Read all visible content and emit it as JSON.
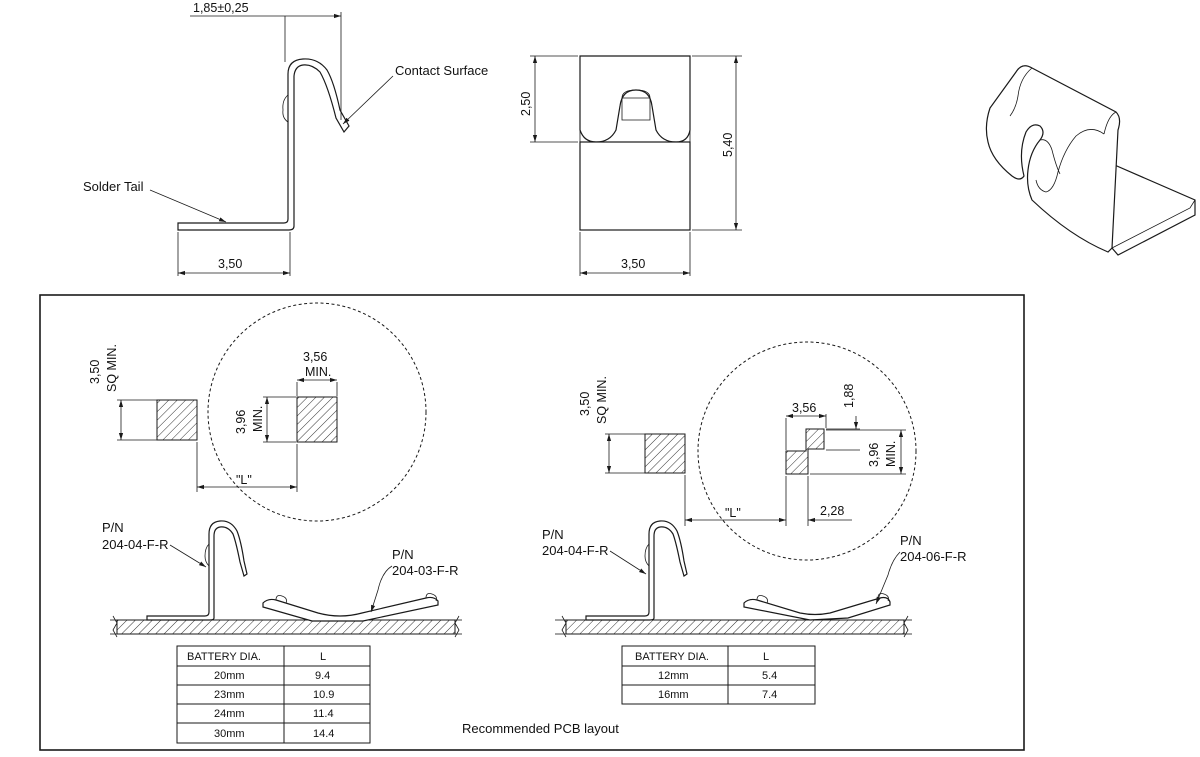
{
  "top_views": {
    "side": {
      "dim_top": "1,85±0,25",
      "dim_bottom": "3,50",
      "contact_label": "Contact Surface",
      "tail_label": "Solder Tail"
    },
    "front": {
      "dim_left": "2,50",
      "dim_right": "5,40",
      "dim_bottom": "3,50"
    }
  },
  "pcb_section": {
    "caption": "Recommended PCB layout",
    "left": {
      "sq_dim": "3,50",
      "sq_min": "SQ MIN.",
      "pad_w": "3,56",
      "pad_w_min": "MIN.",
      "pad_h": "3,96",
      "pad_h_min": "MIN.",
      "l_label": "\"L\"",
      "pn_left_title": "P/N",
      "pn_left": "204-04-F-R",
      "pn_right_title": "P/N",
      "pn_right": "204-03-F-R",
      "table": {
        "headers": [
          "BATTERY DIA.",
          "L"
        ],
        "rows": [
          [
            "20mm",
            "9.4"
          ],
          [
            "23mm",
            "10.9"
          ],
          [
            "24mm",
            "11.4"
          ],
          [
            "30mm",
            "14.4"
          ]
        ]
      }
    },
    "right": {
      "sq_dim": "3,50",
      "sq_min": "SQ MIN.",
      "pad_w": "3,56",
      "pad_top": "1,88",
      "pad_h": "3,96",
      "pad_h_min": "MIN.",
      "offset": "2,28",
      "l_label": "\"L\"",
      "pn_left_title": "P/N",
      "pn_left": "204-04-F-R",
      "pn_right_title": "P/N",
      "pn_right": "204-06-F-R",
      "table": {
        "headers": [
          "BATTERY DIA.",
          "L"
        ],
        "rows": [
          [
            "12mm",
            "5.4"
          ],
          [
            "16mm",
            "7.4"
          ]
        ]
      }
    }
  }
}
